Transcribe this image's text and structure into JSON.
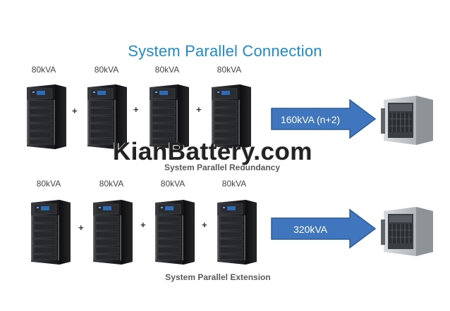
{
  "title": "System Parallel Connection",
  "faint_text": "",
  "watermark": "KianBattery.com",
  "row1": {
    "labels": [
      "80kVA",
      "80kVA",
      "80kVA",
      "80kVA"
    ],
    "arrow_label": "160kVA (n+2)",
    "caption": "System Parallel Redundancy"
  },
  "row2": {
    "labels": [
      "80kVA",
      "80kVA",
      "80kVA",
      "80kVA"
    ],
    "arrow_label": "320kVA",
    "caption": "System Parallel Extension"
  },
  "plus_sign": "+",
  "colors": {
    "title": "#1f8ad1",
    "arrow_fill": "#3f76bd",
    "arrow_stroke": "#2b5c99",
    "ups_body": "#1b1b1b",
    "ups_panel": "#2f3134",
    "ups_screen": "#2e6bb5"
  }
}
